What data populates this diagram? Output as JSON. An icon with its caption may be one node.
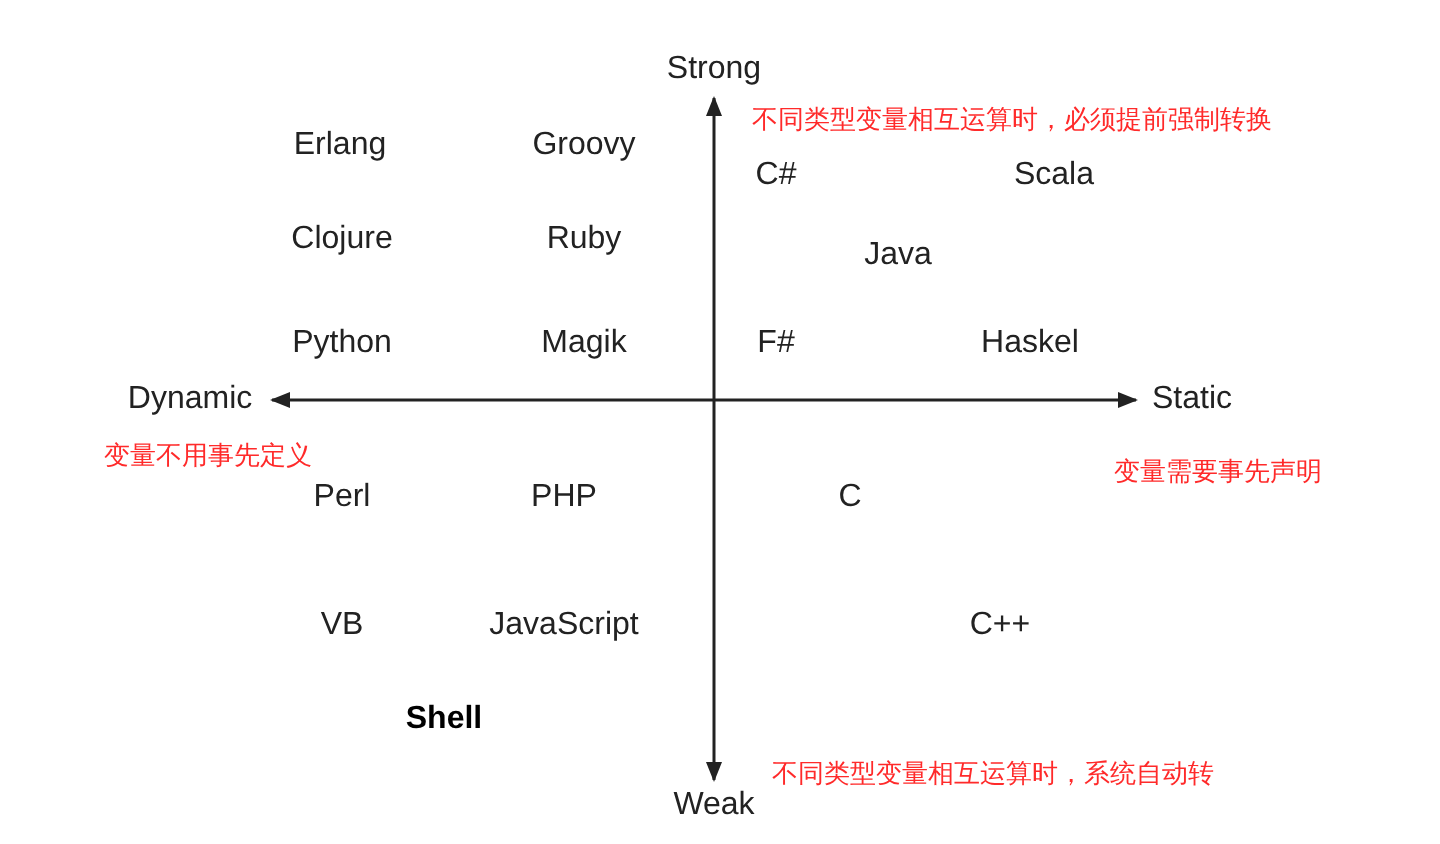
{
  "diagram": {
    "labels": [
      "Strong",
      "不同类型变量相互运算时，必须提前强制转换",
      "Erlang",
      "Groovy",
      "C#",
      "Scala",
      "Clojure",
      "Ruby",
      "Java",
      "Python",
      "Magik",
      "F#",
      "Haskel",
      "Dynamic",
      "Static",
      "变量不用事先定义",
      "变量需要事先声明",
      "Perl",
      "PHP",
      "C",
      "VB",
      "JavaScript",
      "C++",
      "Shell",
      "不同类型变量相互运算时，系统自动转",
      "Weak"
    ]
  }
}
